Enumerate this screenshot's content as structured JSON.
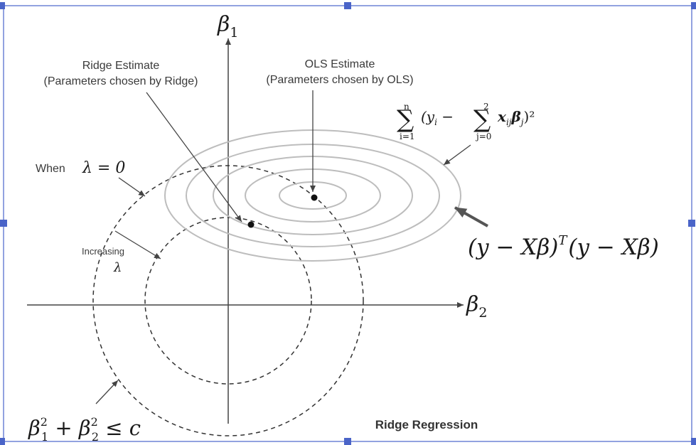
{
  "frame": {
    "border_color": "#6f83d6",
    "handle_color": "#4a64c8"
  },
  "diagram": {
    "axis_y_label_base": "β",
    "axis_y_label_sub": "1",
    "axis_x_label_base": "β",
    "axis_x_label_sub": "2",
    "ridge_label_line1": "Ridge Estimate",
    "ridge_label_line2": "(Parameters chosen by Ridge)",
    "ols_label_line1": "OLS Estimate",
    "ols_label_line2": "(Parameters chosen by OLS)",
    "when_text": "When",
    "lambda_zero": "λ = 0",
    "increasing_text": "Increasing",
    "lambda_symbol": "λ",
    "sum_expression_parts": {
      "outer_sigma": "∑",
      "outer_upper": "n",
      "outer_lower": "i=1",
      "open_term": "(y",
      "open_sub": "i",
      "minus": " − ",
      "inner_sigma": "∑",
      "inner_upper": "2",
      "inner_lower": "j=0",
      "x_term": "x",
      "x_sub": "ij",
      "beta_term": "β",
      "beta_sub": "j",
      "close": ")²"
    },
    "matrix_expression_left": "(y − Xβ)",
    "matrix_expression_sup": "T",
    "matrix_expression_right": "(y − Xβ)",
    "constraint_parts": {
      "b1": "β",
      "b1_sup": "2",
      "b1_sub": "1",
      "plus": " + ",
      "b2": "β",
      "b2_sup": "2",
      "b2_sub": "2",
      "leq": " ≤ c"
    },
    "caption": "Ridge Regression"
  }
}
